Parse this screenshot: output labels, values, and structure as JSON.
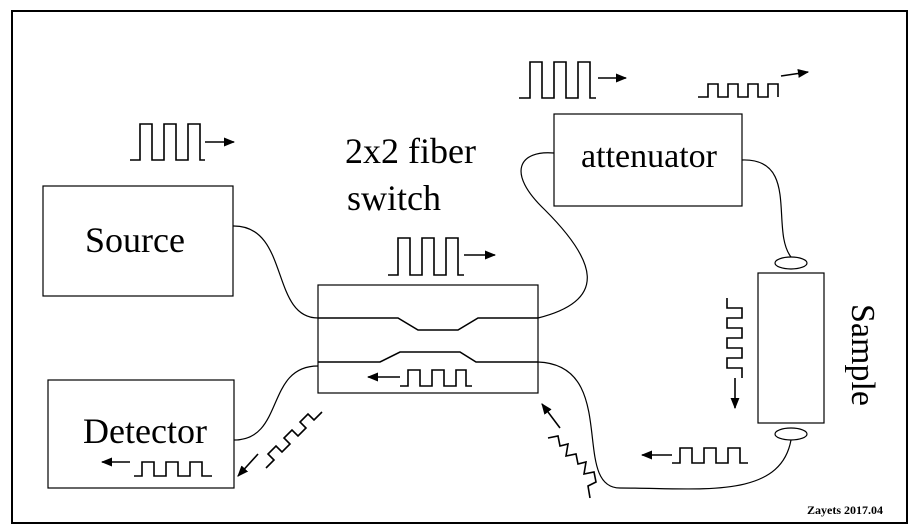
{
  "diagram": {
    "title_line1": "2x2 fiber",
    "title_line2": "switch",
    "components": {
      "source": "Source",
      "attenuator": "attenuator",
      "detector": "Detector",
      "sample": "Sample"
    },
    "credit": "Zayets 2017.04"
  },
  "colors": {
    "line": "#000000",
    "background": "#ffffff"
  }
}
